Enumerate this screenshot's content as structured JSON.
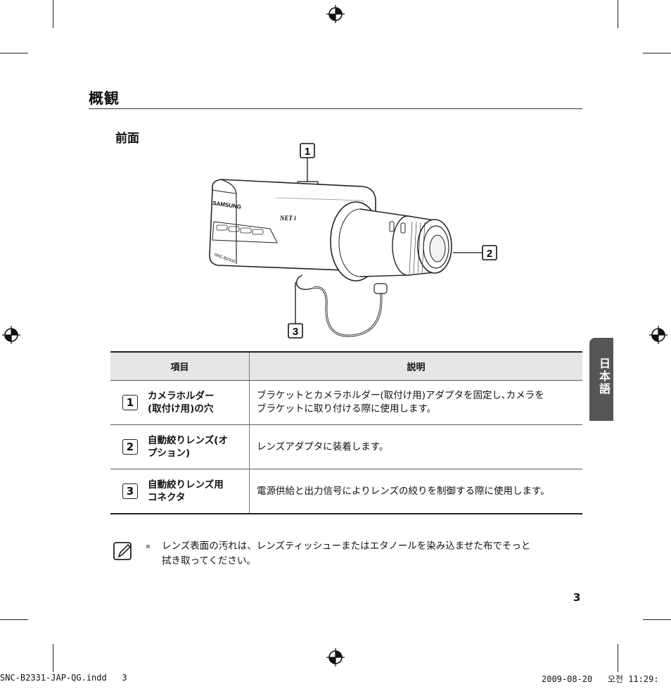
{
  "section": {
    "title": "概観"
  },
  "subsection": {
    "title": "前面"
  },
  "figure": {
    "callouts": [
      "1",
      "2",
      "3"
    ],
    "brand_text": "SAMSUNG",
    "logo_text": "NET i",
    "model_text": "SNC-B2331"
  },
  "table": {
    "headers": [
      "項目",
      "説明"
    ],
    "rows": [
      {
        "number": "1",
        "name_lines": [
          "カメラホルダー",
          "(取付け用)の穴"
        ],
        "desc_lines": [
          "ブラケットとカメラホルダー(取付け用)アダプタを固定し､カメラを",
          "ブラケットに取り付ける際に使用します。"
        ]
      },
      {
        "number": "2",
        "name_lines": [
          "自動絞りレンズ(オ",
          "プション)"
        ],
        "desc_lines": [
          "レンズアダプタに装着します。"
        ]
      },
      {
        "number": "3",
        "name_lines": [
          "自動絞りレンズ用",
          "コネクタ"
        ],
        "desc_lines": [
          "電源供給と出力信号によりレンズの絞りを制御する際に使用します。"
        ]
      }
    ]
  },
  "note": {
    "lines": [
      "レンズ表面の汚れは、レンズティッシューまたはエタノールを染み込ませた布でそっと",
      "拭き取ってください。"
    ]
  },
  "side_tab": {
    "label": "日本語"
  },
  "page_number": "3",
  "footer": {
    "file": "SNC-B2331-JAP-QG.indd   3",
    "date": "2009-08-20   오전 11:29:"
  }
}
